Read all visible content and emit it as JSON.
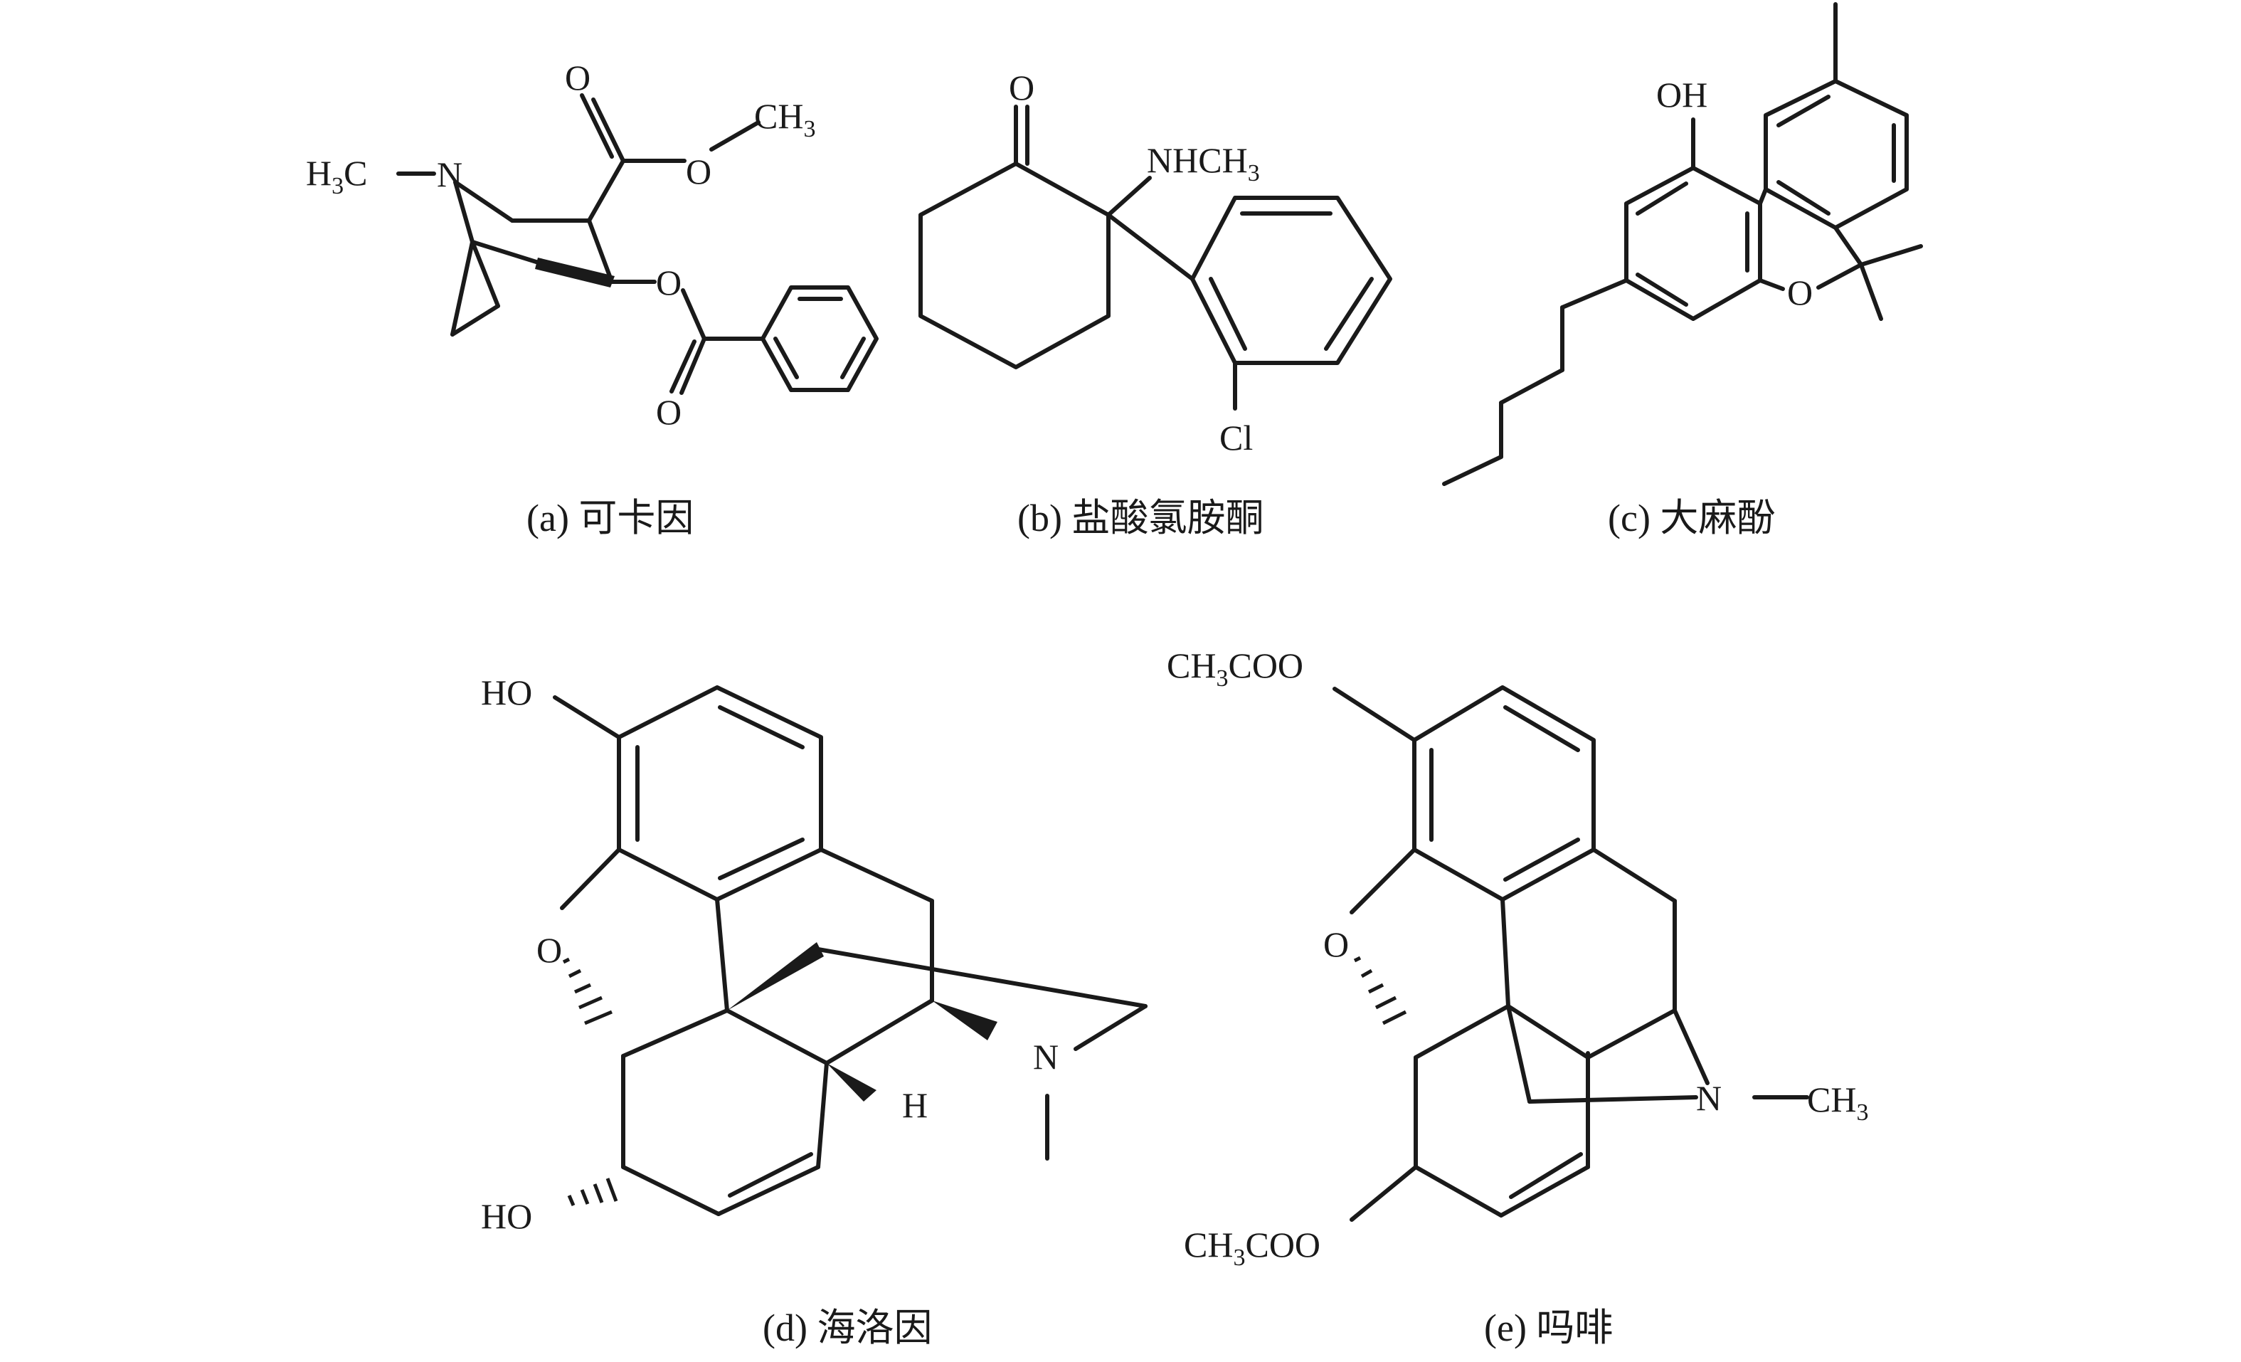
{
  "panels": [
    {
      "id": "a",
      "caption": "(a) 可卡因",
      "atoms": {
        "h3c_n": [
          "H",
          "3",
          "C"
        ],
        "n": "N",
        "o_carbonyl": "O",
        "o_ester": "O",
        "ch3_ester": [
          "CH",
          "3"
        ],
        "o_benzoate": "O",
        "o_benzoyl": "O"
      }
    },
    {
      "id": "b",
      "caption": "(b) 盐酸氯胺酮",
      "atoms": {
        "o_ketone": "O",
        "nhch3": [
          "NHCH",
          "3"
        ],
        "cl": "Cl"
      }
    },
    {
      "id": "c",
      "caption": "(c) 大麻酚",
      "atoms": {
        "oh": "OH",
        "o_ring": "O"
      }
    },
    {
      "id": "d",
      "caption": "(d) 海洛因",
      "atoms": {
        "ho_top": "HO",
        "o_bridge": "O",
        "n": "N",
        "h": "H",
        "ho_bottom": "HO"
      }
    },
    {
      "id": "e",
      "caption": "(e) 吗啡",
      "atoms": {
        "ch3coo_top": [
          "CH",
          "3",
          "COO"
        ],
        "o_bridge": "O",
        "n": "N",
        "ch3_n": [
          "CH",
          "3"
        ],
        "ch3coo_bottom": [
          "CH",
          "3",
          "COO"
        ]
      }
    }
  ]
}
